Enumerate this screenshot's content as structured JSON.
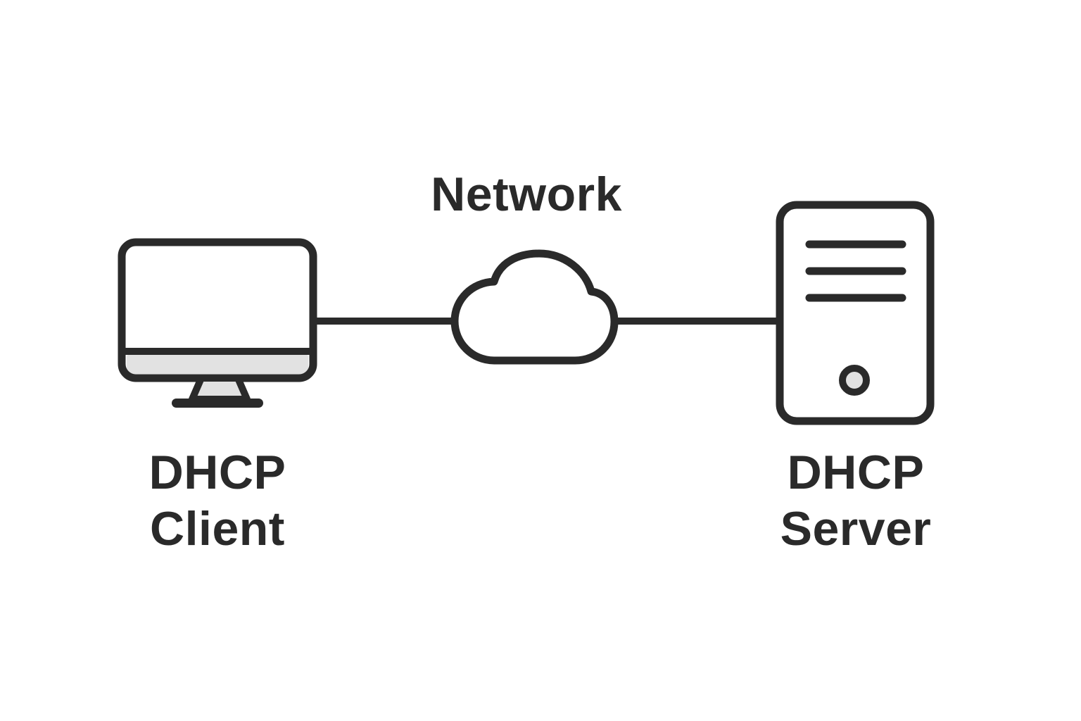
{
  "diagram": {
    "type": "network-topology",
    "background": "#ffffff",
    "colors": {
      "ink": "#2a2a2a",
      "light_gray": "#e2e2e2",
      "white": "#ffffff"
    },
    "network": {
      "label": "Network",
      "icon": "cloud-icon"
    },
    "client": {
      "label_line1": "DHCP",
      "label_line2": "Client",
      "icon": "desktop-computer-icon"
    },
    "server": {
      "label_line1": "DHCP",
      "label_line2": "Server",
      "icon": "server-tower-icon"
    },
    "edges": [
      {
        "from": "client",
        "to": "network"
      },
      {
        "from": "network",
        "to": "server"
      }
    ]
  }
}
